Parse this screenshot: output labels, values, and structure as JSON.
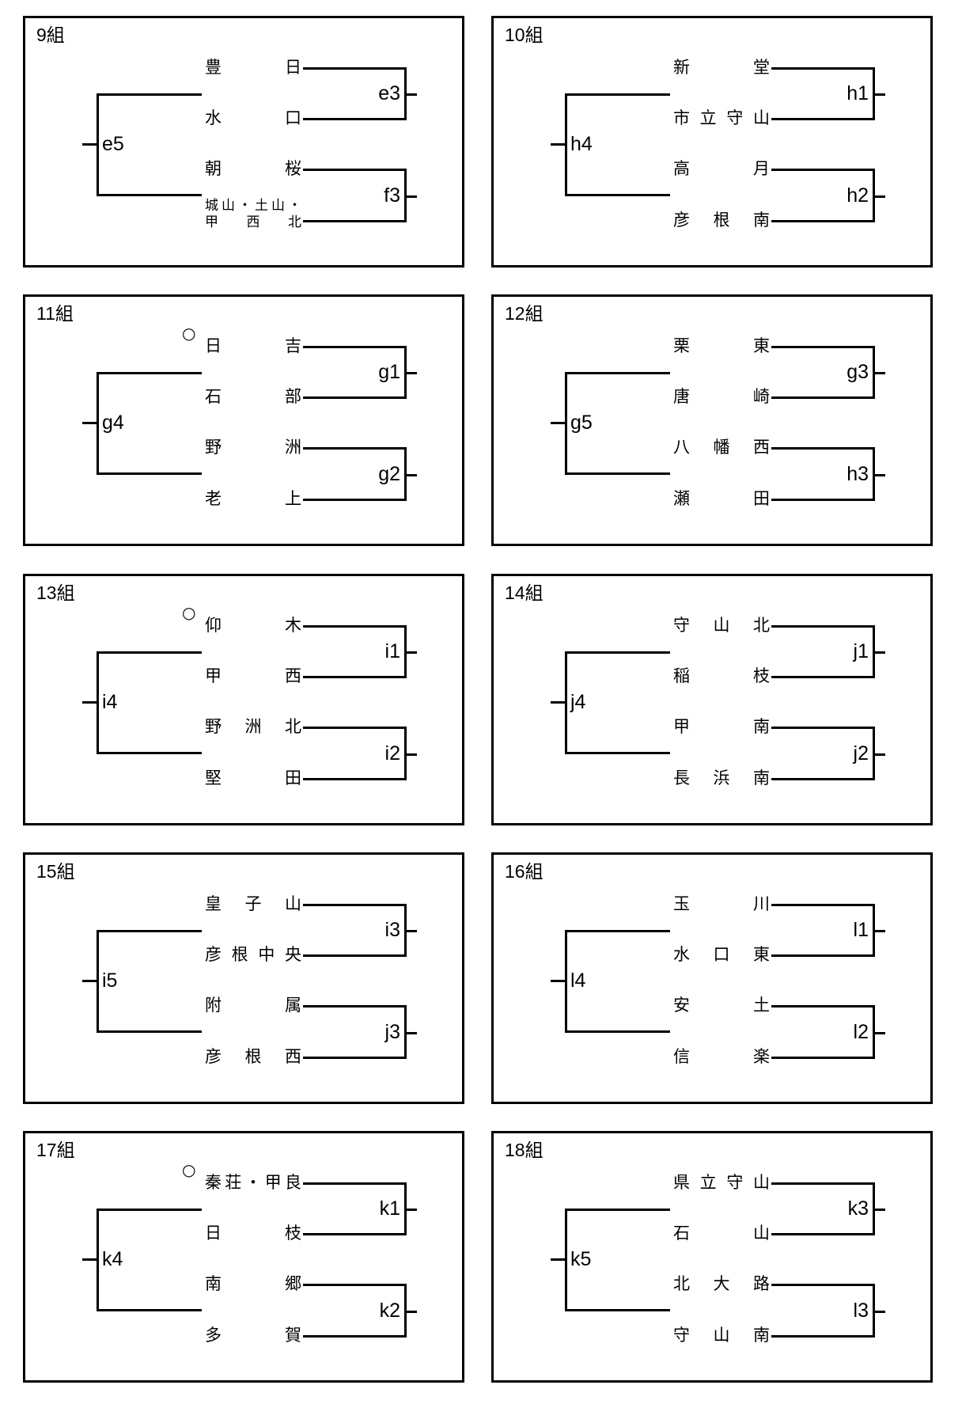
{
  "groups": [
    {
      "title": "9組",
      "teams": [
        {
          "name": [
            "豊日"
          ]
        },
        {
          "name": [
            "水口"
          ]
        },
        {
          "name": [
            "朝桜"
          ]
        },
        {
          "name": [
            "城山・土山・",
            "甲西北"
          ]
        }
      ],
      "match_top": "e3",
      "match_bottom": "f3",
      "match_final": "e5"
    },
    {
      "title": "10組",
      "teams": [
        {
          "name": [
            "新堂"
          ]
        },
        {
          "name": [
            "市立守山"
          ]
        },
        {
          "name": [
            "高月"
          ]
        },
        {
          "name": [
            "彦根南"
          ]
        }
      ],
      "match_top": "h1",
      "match_bottom": "h2",
      "match_final": "h4"
    },
    {
      "title": "11組",
      "seed_mark": "○",
      "teams": [
        {
          "name": [
            "日吉"
          ]
        },
        {
          "name": [
            "石部"
          ]
        },
        {
          "name": [
            "野洲"
          ]
        },
        {
          "name": [
            "老上"
          ]
        }
      ],
      "match_top": "g1",
      "match_bottom": "g2",
      "match_final": "g4"
    },
    {
      "title": "12組",
      "teams": [
        {
          "name": [
            "栗東"
          ]
        },
        {
          "name": [
            "唐崎"
          ]
        },
        {
          "name": [
            "八幡西"
          ]
        },
        {
          "name": [
            "瀬田"
          ]
        }
      ],
      "match_top": "g3",
      "match_bottom": "h3",
      "match_final": "g5"
    },
    {
      "title": "13組",
      "seed_mark": "○",
      "teams": [
        {
          "name": [
            "仰木"
          ]
        },
        {
          "name": [
            "甲西"
          ]
        },
        {
          "name": [
            "野洲北"
          ]
        },
        {
          "name": [
            "堅田"
          ]
        }
      ],
      "match_top": "i1",
      "match_bottom": "i2",
      "match_final": "i4"
    },
    {
      "title": "14組",
      "teams": [
        {
          "name": [
            "守山北"
          ]
        },
        {
          "name": [
            "稲枝"
          ]
        },
        {
          "name": [
            "甲南"
          ]
        },
        {
          "name": [
            "長浜南"
          ]
        }
      ],
      "match_top": "j1",
      "match_bottom": "j2",
      "match_final": "j4"
    },
    {
      "title": "15組",
      "teams": [
        {
          "name": [
            "皇子山"
          ]
        },
        {
          "name": [
            "彦根中央"
          ]
        },
        {
          "name": [
            "附属"
          ]
        },
        {
          "name": [
            "彦根西"
          ]
        }
      ],
      "match_top": "i3",
      "match_bottom": "j3",
      "match_final": "i5"
    },
    {
      "title": "16組",
      "teams": [
        {
          "name": [
            "玉川"
          ]
        },
        {
          "name": [
            "水口東"
          ]
        },
        {
          "name": [
            "安土"
          ]
        },
        {
          "name": [
            "信楽"
          ]
        }
      ],
      "match_top": "l1",
      "match_bottom": "l2",
      "match_final": "l4"
    },
    {
      "title": "17組",
      "seed_mark": "○",
      "teams": [
        {
          "name": [
            "秦荘・甲良"
          ]
        },
        {
          "name": [
            "日枝"
          ]
        },
        {
          "name": [
            "南郷"
          ]
        },
        {
          "name": [
            "多賀"
          ]
        }
      ],
      "match_top": "k1",
      "match_bottom": "k2",
      "match_final": "k4"
    },
    {
      "title": "18組",
      "teams": [
        {
          "name": [
            "県立守山"
          ]
        },
        {
          "name": [
            "石山"
          ]
        },
        {
          "name": [
            "北大路"
          ]
        },
        {
          "name": [
            "守山南"
          ]
        }
      ],
      "match_top": "k3",
      "match_bottom": "l3",
      "match_final": "k5"
    }
  ]
}
